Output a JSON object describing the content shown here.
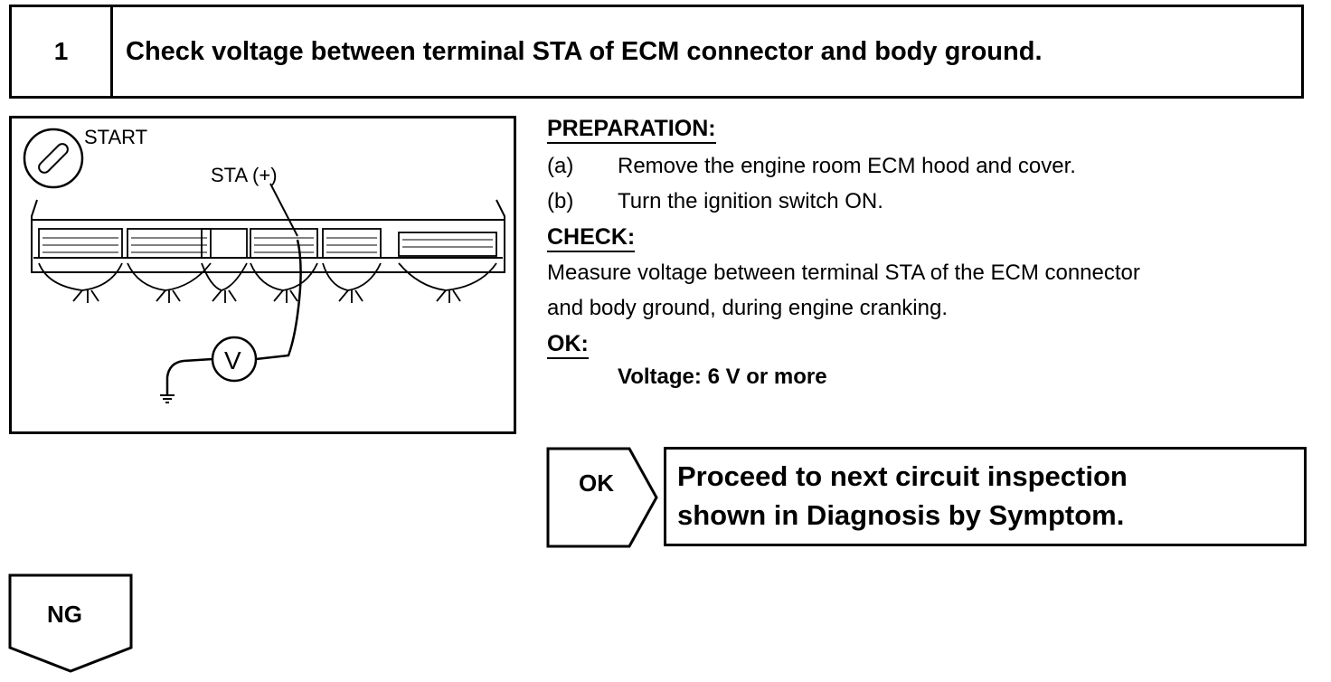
{
  "header": {
    "step_number": "1",
    "title": "Check voltage between terminal STA of ECM connector and body ground."
  },
  "diagram": {
    "start_label": "START",
    "terminal_label": "STA (+)",
    "meter_symbol": "V"
  },
  "instructions": {
    "preparation_heading": "PREPARATION:",
    "preparation_items": [
      {
        "letter": "(a)",
        "text": "Remove the engine room ECM hood and cover."
      },
      {
        "letter": "(b)",
        "text": "Turn the ignition switch ON."
      }
    ],
    "check_heading": "CHECK:",
    "check_lines": [
      "Measure voltage between terminal STA of the ECM connector",
      "and body ground, during engine cranking."
    ],
    "ok_heading": "OK:",
    "ok_spec": "Voltage:  6 V or more"
  },
  "flow": {
    "ok_label": "OK",
    "ok_result_lines": [
      "Proceed to next circuit inspection",
      "shown in Diagnosis by Symptom."
    ],
    "ng_label": "NG"
  }
}
